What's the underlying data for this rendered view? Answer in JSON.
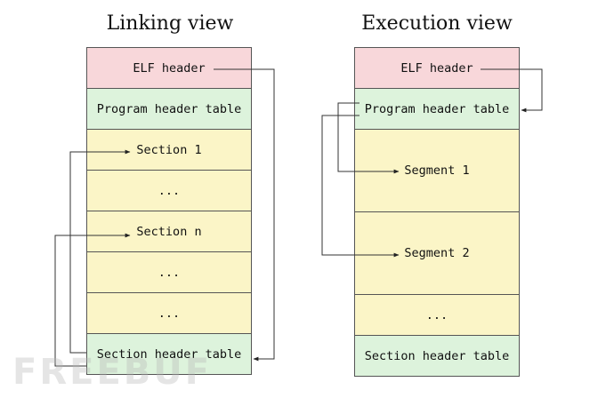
{
  "linking_view": {
    "title": "Linking view",
    "rows": [
      "ELF header",
      "Program header table",
      "Section 1",
      "...",
      "Section n",
      "...",
      "...",
      "Section header table"
    ]
  },
  "execution_view": {
    "title": "Execution view",
    "rows": [
      "ELF header",
      "Program header table",
      "Segment 1",
      "Segment 2",
      "...",
      "Section header table"
    ]
  },
  "watermark": "FREEBUF",
  "colors": {
    "header_pink": "#f8d7da",
    "table_green": "#ddf3dc",
    "body_yellow": "#fbf5c7"
  }
}
